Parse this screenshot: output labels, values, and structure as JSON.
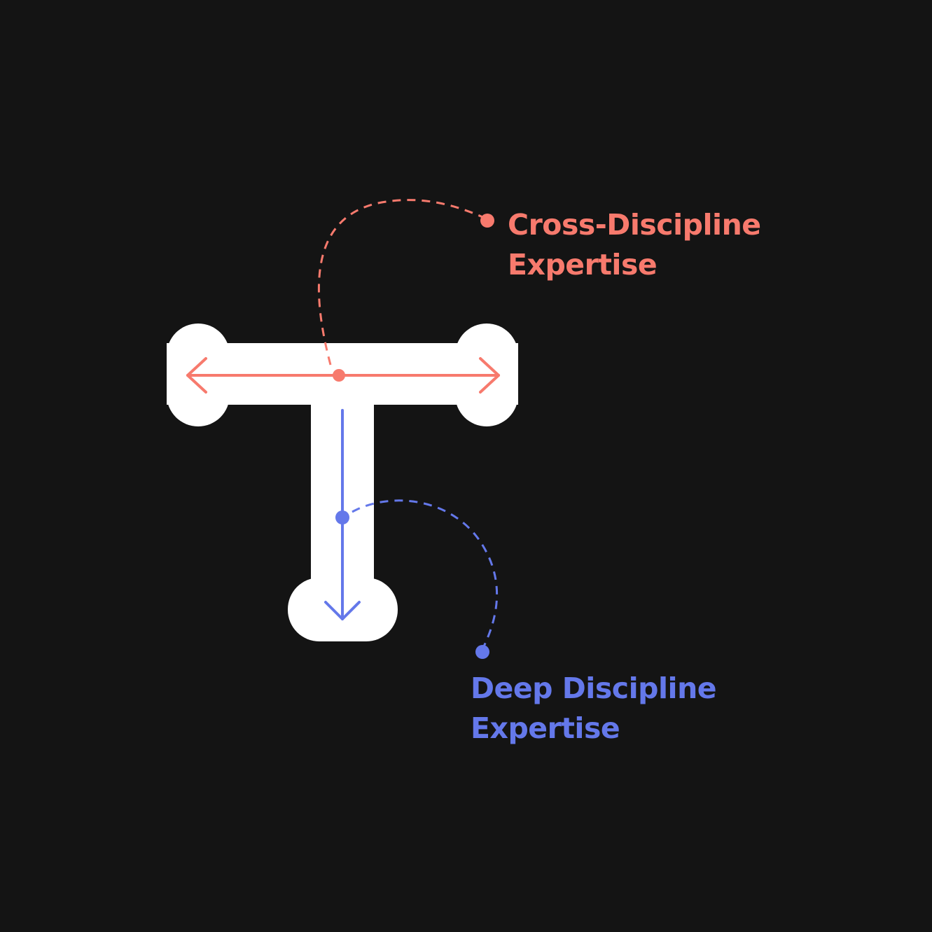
{
  "colors": {
    "background": "#141414",
    "shape": "#ffffff",
    "cross": "#f77a6d",
    "deep": "#6478ea"
  },
  "labels": {
    "cross": {
      "line1": "Cross-Discipline",
      "line2": "Expertise"
    },
    "deep": {
      "line1": "Deep Discipline",
      "line2": "Expertise"
    }
  },
  "icons": {
    "horizontal": "double-headed-arrow-icon",
    "vertical": "down-arrow-icon"
  }
}
